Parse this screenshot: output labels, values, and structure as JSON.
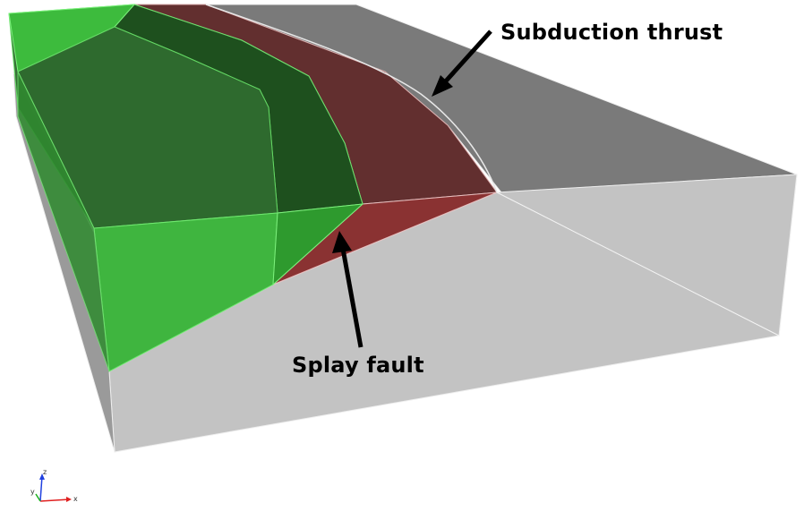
{
  "annotations": {
    "subduction_thrust": "Subduction thrust",
    "splay_fault": "Splay fault"
  },
  "orientation_axes": {
    "x_label": "x",
    "y_label": "y",
    "z_label": "z"
  },
  "colors": {
    "block_side": "#c4c4c4",
    "block_top": "#7c7c7c",
    "green_volume": "#3aa83a",
    "green_dark": "#1f5f1f",
    "red_fault": "#7a2a2a",
    "edge": "#f2f2f2",
    "arrow": "#000000",
    "axis_x": "#e02020",
    "axis_y": "#20b020",
    "axis_z": "#2040e0"
  }
}
